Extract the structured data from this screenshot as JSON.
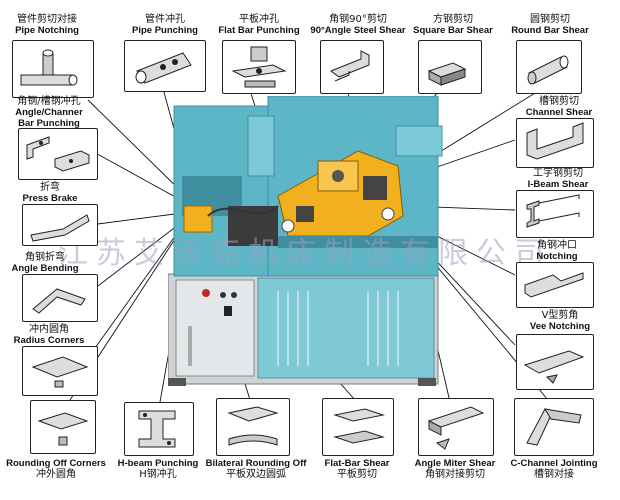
{
  "labels": {
    "pipe_notching": {
      "cn": "管件剪切对接",
      "en": "Pipe Notching"
    },
    "pipe_punching": {
      "cn": "管件冲孔",
      "en": "Pipe Punching"
    },
    "flat_bar_punching": {
      "cn": "平板冲孔",
      "en": "Flat Bar Punching"
    },
    "angle_steel_shear": {
      "cn": "角钢90°剪切",
      "en": "90°Angle Steel Shear"
    },
    "square_bar_shear": {
      "cn": "方钢剪切",
      "en": "Square Bar Shear"
    },
    "round_bar_shear": {
      "cn": "圆钢剪切",
      "en": "Round Bar Shear"
    },
    "angle_channel_punching": {
      "cn": "角钢/槽钢冲孔",
      "en1": "Angle/Channer",
      "en2": "Bar Punching"
    },
    "channel_shear": {
      "cn": "槽钢剪切",
      "en": "Channel Shear"
    },
    "press_brake": {
      "cn": "折弯",
      "en": "Press Brake"
    },
    "ibeam_shear": {
      "cn": "工字钢剪切",
      "en": "I-Beam Shear"
    },
    "angle_bending": {
      "cn": "角钢折弯",
      "en": "Angle Bending"
    },
    "notching": {
      "cn": "角钢冲口",
      "en": "Notching"
    },
    "radius_corners": {
      "cn": "冲内圆角",
      "en": "Radius Corners"
    },
    "vee_notching": {
      "cn": "V型剪角",
      "en": "Vee Notching"
    },
    "rounding_off_corners": {
      "en": "Rounding Off Corners",
      "cn": "冲外圆角"
    },
    "hbeam_punching": {
      "en": "H-beam Punching",
      "cn": "H钢冲孔"
    },
    "bilateral_rounding": {
      "en": "Bilateral Rounding Off",
      "cn": "平板双边圆弧"
    },
    "flat_bar_shear": {
      "en": "Flat-Bar Shear",
      "cn": "平板剪切"
    },
    "angle_miter_shear": {
      "en": "Angle Miter Shear",
      "cn": "角钢对接剪切"
    },
    "cchannel_jointing": {
      "en": "C-Channel Jointing",
      "cn": "槽钢对接"
    }
  },
  "watermark": "江苏艾沃克机床制造有限公司",
  "colors": {
    "machine_body": "#5cb6c6",
    "machine_dark": "#3f8fa0",
    "yellow": "#f2b01e",
    "cabinet": "#cfd3d6"
  }
}
